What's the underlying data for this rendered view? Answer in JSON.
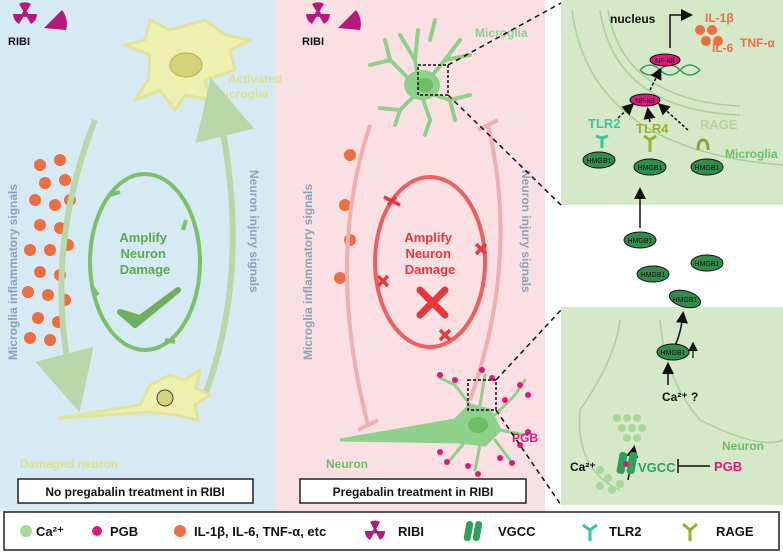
{
  "colors": {
    "left_bg": "#d5eaf3",
    "mid_bg": "#fbe0e3",
    "right_bg": "#d5e8c7",
    "microglia_yellow": "#eef0b0",
    "microglia_green": "#8fd18a",
    "cytokine": "#ee6e3f",
    "pgb": "#e0187e",
    "radiation": "#b6197e",
    "cycle_green": "#7fbf6a",
    "cycle_red": "#ee6060",
    "cross_red": "#e8363a",
    "signal_blue": "#8aa3b8"
  },
  "left_panel": {
    "ribi": "RIBI",
    "activated_microglia": [
      "Activated",
      "microglia"
    ],
    "microglia_signals": "Microglia inflammatory signals",
    "neuron_signals": "Neuron injury signals",
    "cycle_text": [
      "Amplify",
      "Neuron",
      "Damage"
    ],
    "damaged_neuron": "Damaged neuron",
    "caption": "No pregabalin treatment in RIBI"
  },
  "middle_panel": {
    "ribi": "RIBI",
    "microglia": "Microglia",
    "microglia_signals": "Microglia inflammatory signals",
    "neuron_signals": "Neuron injury signals",
    "cycle_text": [
      "Amplify",
      "Neuron",
      "Damage"
    ],
    "neuron": "Neuron",
    "pgb": "PGB",
    "caption": "Pregabalin treatment in RIBI"
  },
  "right_top": {
    "nucleus": "nucleus",
    "il1b": "IL-1β",
    "il6": "IL-6",
    "tnfa": "TNF-α",
    "nfkb": "NF-kB",
    "tlr2": "TLR2",
    "tlr4": "TLR4",
    "rage": "RAGE",
    "hmgb1": "HMGB1",
    "microglia": "Microglia"
  },
  "right_mid": {
    "hmgb1": "HMGB1"
  },
  "right_bottom": {
    "hmgb1": "HMGB1",
    "ca_question": "Ca²⁺ ?",
    "neuron": "Neuron",
    "ca": "Ca²⁺",
    "vgcc": "VGCC",
    "pgb": "PGB"
  },
  "legend": {
    "ca": "Ca²⁺",
    "pgb": "PGB",
    "cytokines": "IL-1β, IL-6, TNF-α, etc",
    "ribi": "RIBI",
    "vgcc": "VGCC",
    "tlr2": "TLR2",
    "rage": "RAGE"
  }
}
